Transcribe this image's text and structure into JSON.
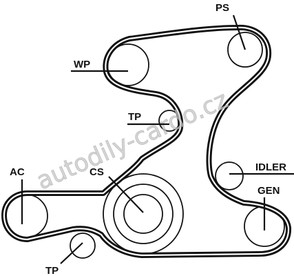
{
  "labels": {
    "ps": "PS",
    "wp": "WP",
    "tp_upper": "TP",
    "idler": "IDLER",
    "ac": "AC",
    "cs": "CS",
    "gen": "GEN",
    "tp_lower": "TP"
  },
  "watermark": "autodily-cardo.cz",
  "colors": {
    "belt": "#111111",
    "watermark": "#c8c8c8",
    "background": "#ffffff"
  }
}
